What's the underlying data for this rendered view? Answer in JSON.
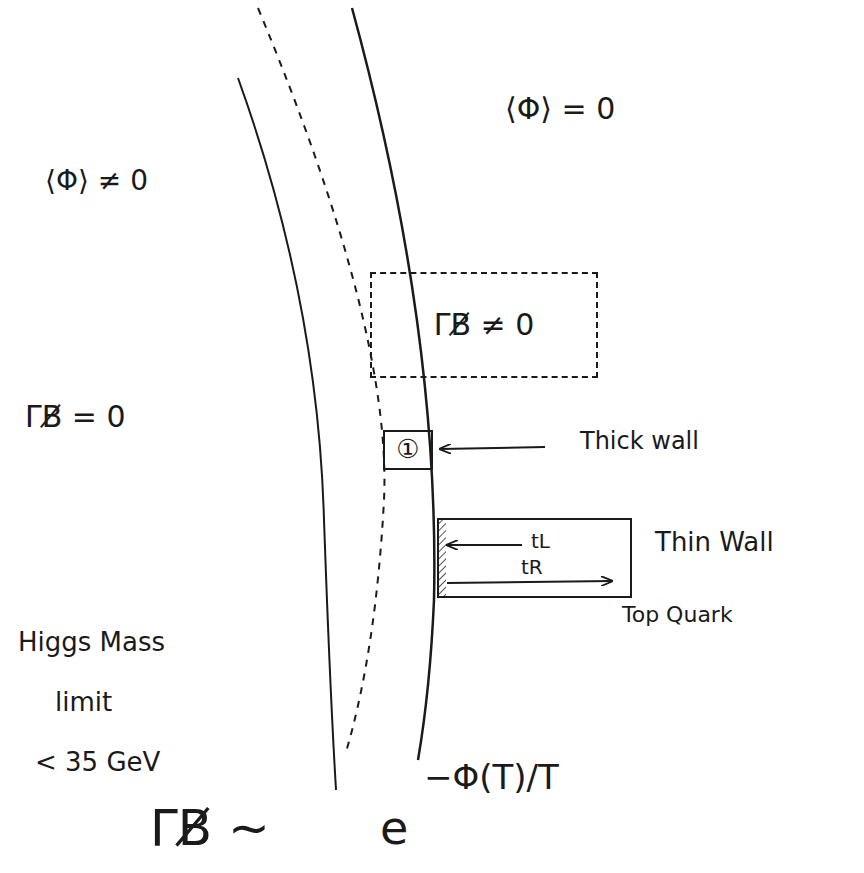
{
  "diagram": {
    "nodes": [
      {
        "text": [
          "ΓB̸ ≠ 0"
        ]
      },
      {
        "text": [
          "①"
        ]
      },
      {
        "text": [
          "tL",
          "tR"
        ]
      }
    ],
    "labels": [
      "⟨Φ⟩ = 0",
      "⟨Φ⟩ ≠ 0",
      "ΓB̸ = 0",
      "Thick wall",
      "Thin Wall",
      "Top Quark",
      "Higgs Mass",
      "limit",
      "< 35 GeV",
      "ΓB̸ ∼",
      "e",
      "−Φ(T)/T"
    ]
  }
}
